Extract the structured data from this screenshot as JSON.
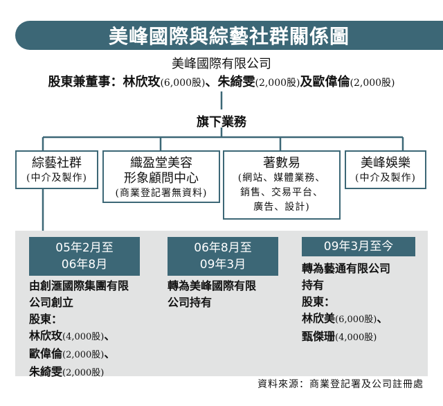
{
  "title": "美峰國際與綜藝社群關係圖",
  "parent": {
    "name": "美峰國際有限公司",
    "shareholders_label": "股東兼董事：",
    "shareholders": [
      {
        "name": "林欣玫",
        "shares": "(6,000股)",
        "sep": "、"
      },
      {
        "name": "朱綺雯",
        "shares": "(2,000股)",
        "sep": "及"
      },
      {
        "name": "歐偉倫",
        "shares": "(2,000股)",
        "sep": ""
      }
    ]
  },
  "subsidiaries_label": "旗下業務",
  "businesses": [
    {
      "name": "綜藝社群",
      "name2": "",
      "sub": [
        "(中介及製作)"
      ]
    },
    {
      "name": "織盈堂美容",
      "name2": "形象顧問中心",
      "sub": [
        "(商業登記署無資料)"
      ]
    },
    {
      "name": "著數易",
      "name2": "",
      "sub": [
        "(網站、媒體業務、",
        "銷售、交易平台、",
        "廣告、設計)"
      ]
    },
    {
      "name": "美峰娛樂",
      "name2": "",
      "sub": [
        "(中介及製作)"
      ]
    }
  ],
  "timeline": [
    {
      "period": [
        "05年2月至",
        "06年8月"
      ],
      "text": [
        "由創滙國際集團有限",
        "公司創立",
        "股東："
      ],
      "holders": [
        {
          "name": "林欣玫",
          "shares": "(4,000股)",
          "sep": "、"
        },
        {
          "name": "歐偉倫",
          "shares": "(2,000股)",
          "sep": "、"
        },
        {
          "name": "朱綺雯",
          "shares": "(2,000股)",
          "sep": ""
        }
      ]
    },
    {
      "period": [
        "06年8月至",
        "09年3月"
      ],
      "text": [
        "轉為美峰國際有限",
        "公司持有"
      ],
      "holders": []
    },
    {
      "period": [
        "09年3月至今"
      ],
      "text": [
        "轉為藝通有限公司",
        "持有",
        "股東："
      ],
      "holders": [
        {
          "name": "林欣美",
          "shares": "(6,000股)",
          "sep": "、"
        },
        {
          "name": "甄傑珊",
          "shares": "(4,000股)",
          "sep": ""
        }
      ]
    }
  ],
  "source": "資料來源：商業登記署及公司註冊處",
  "colors": {
    "accent": "#3c6776",
    "panel": "#e2e3e3"
  }
}
